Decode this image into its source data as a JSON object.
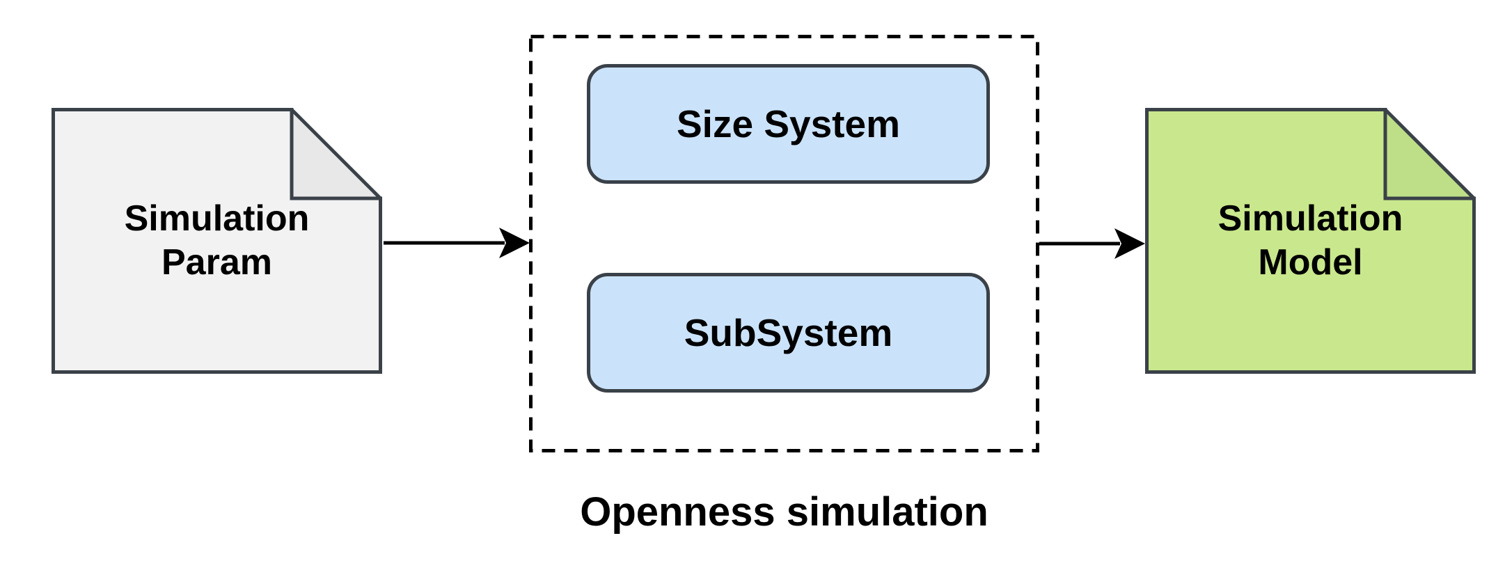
{
  "diagram": {
    "caption": "Openness simulation",
    "colors": {
      "background": "#ffffff",
      "shape_stroke": "#3a4148",
      "connector": "#000000",
      "text": "#000000",
      "input_doc_fill": "#f2f2f2",
      "input_doc_fold": "#e8e8e8",
      "process_fill": "#cbe3fa",
      "output_doc_fill": "#c9e88d",
      "output_doc_fold": "#bedf87"
    },
    "nodes": {
      "input_doc": {
        "line1": "Simulation",
        "line2": "Param"
      },
      "size_system": {
        "label": "Size System"
      },
      "subsystem": {
        "label": "SubSystem"
      },
      "output_doc": {
        "line1": "Simulation",
        "line2": "Model"
      }
    }
  }
}
